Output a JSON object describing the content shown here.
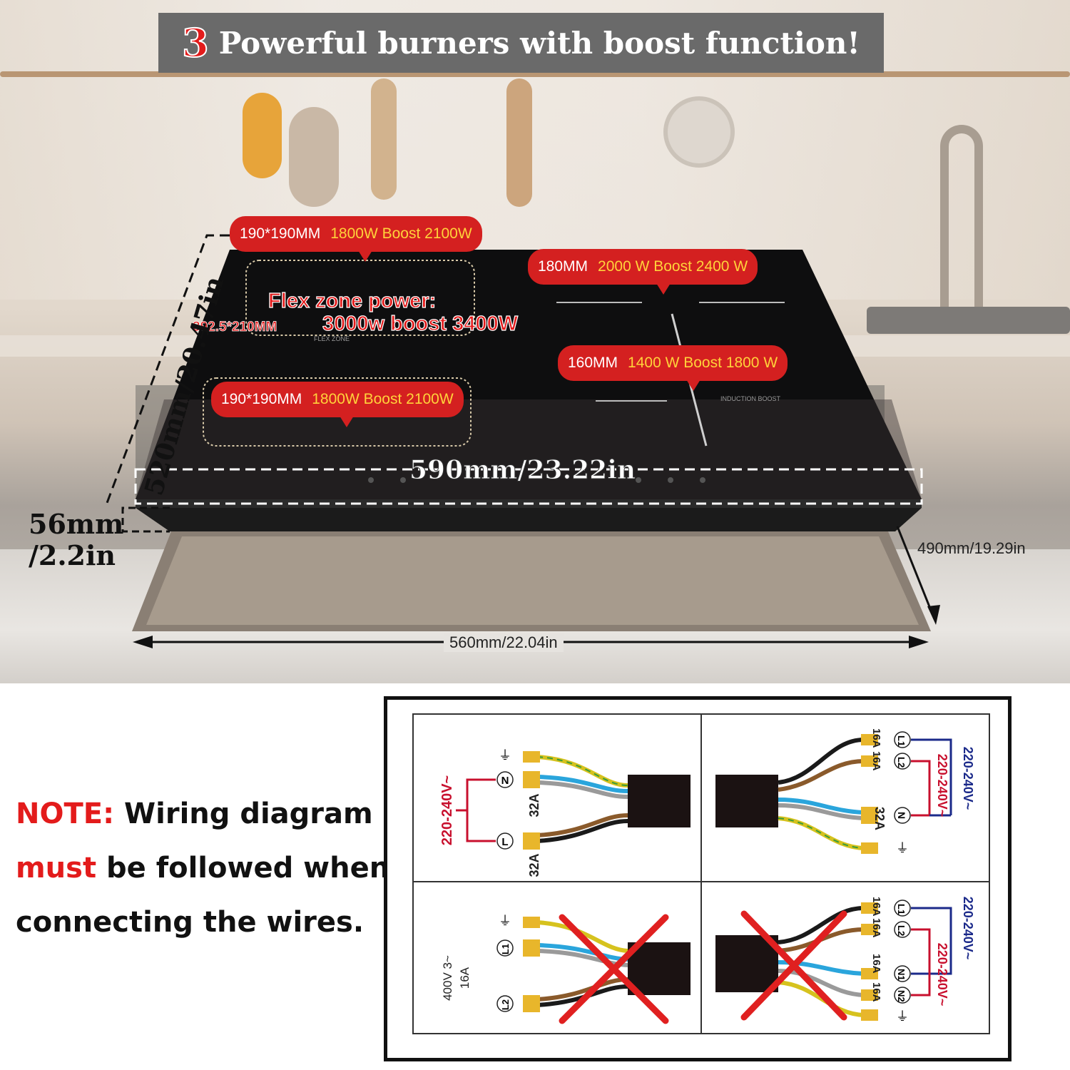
{
  "banner": {
    "number": "3",
    "title": "Powerful burners with boost function!"
  },
  "callouts": {
    "top_left": {
      "size": "190*190MM",
      "power": "1800W Boost  2100W"
    },
    "top_right": {
      "size": "180MM",
      "power": "2000 W Boost 2400 W"
    },
    "middle_right": {
      "size": "160MM",
      "power": "1400 W Boost 1800 W"
    },
    "bottom_left": {
      "size": "190*190MM",
      "power": "1800W Boost  2100W"
    }
  },
  "flex_zone": {
    "title": "Flex zone power:",
    "size": "392.5*210MM",
    "power": "3000w boost 3400W"
  },
  "dimensions": {
    "width": "590mm/23.22in",
    "depth": "520mm/20.47in",
    "height_mm": "56mm",
    "height_in": "/2.2in",
    "cutout_depth": "490mm/19.29in",
    "cutout_width": "560mm/22.04in"
  },
  "cooktop_labels": {
    "flex_zone_label": "FLEX ZONE",
    "induction_boost_label": "INDUCTION BOOST"
  },
  "note": {
    "prefix": "NOTE:",
    "line1": " Wiring diagram",
    "must": "must",
    "line2": " be followed when",
    "line3": "connecting the wires."
  },
  "wiring": {
    "panel_1": {
      "voltage": "220-240V~",
      "terminals": [
        "N",
        "L"
      ],
      "fuses": [
        "32A",
        "32A"
      ]
    },
    "panel_2": {
      "voltage_outer": "220-240V~",
      "voltage_inner": "220-240V~",
      "terminals": [
        "L1",
        "L2",
        "N"
      ],
      "fuses": [
        "16A",
        "16A",
        "32A"
      ]
    },
    "panel_3": {
      "voltage": "400V 3~",
      "fuse": "16A",
      "terminals": [
        "L1",
        "L2"
      ]
    },
    "panel_4": {
      "voltage_outer": "220-240V~",
      "voltage_inner": "220-240V~",
      "terminals": [
        "L1",
        "L2",
        "N1",
        "N2"
      ],
      "fuses": [
        "16A",
        "16A",
        "16A",
        "16A"
      ]
    }
  },
  "colors": {
    "accent_red": "#d42020",
    "power_yellow": "#ffd23a",
    "banner_gray": "#6a6a6a",
    "wiring_red": "#c8102e",
    "wiring_blue": "#1b2a8a"
  }
}
